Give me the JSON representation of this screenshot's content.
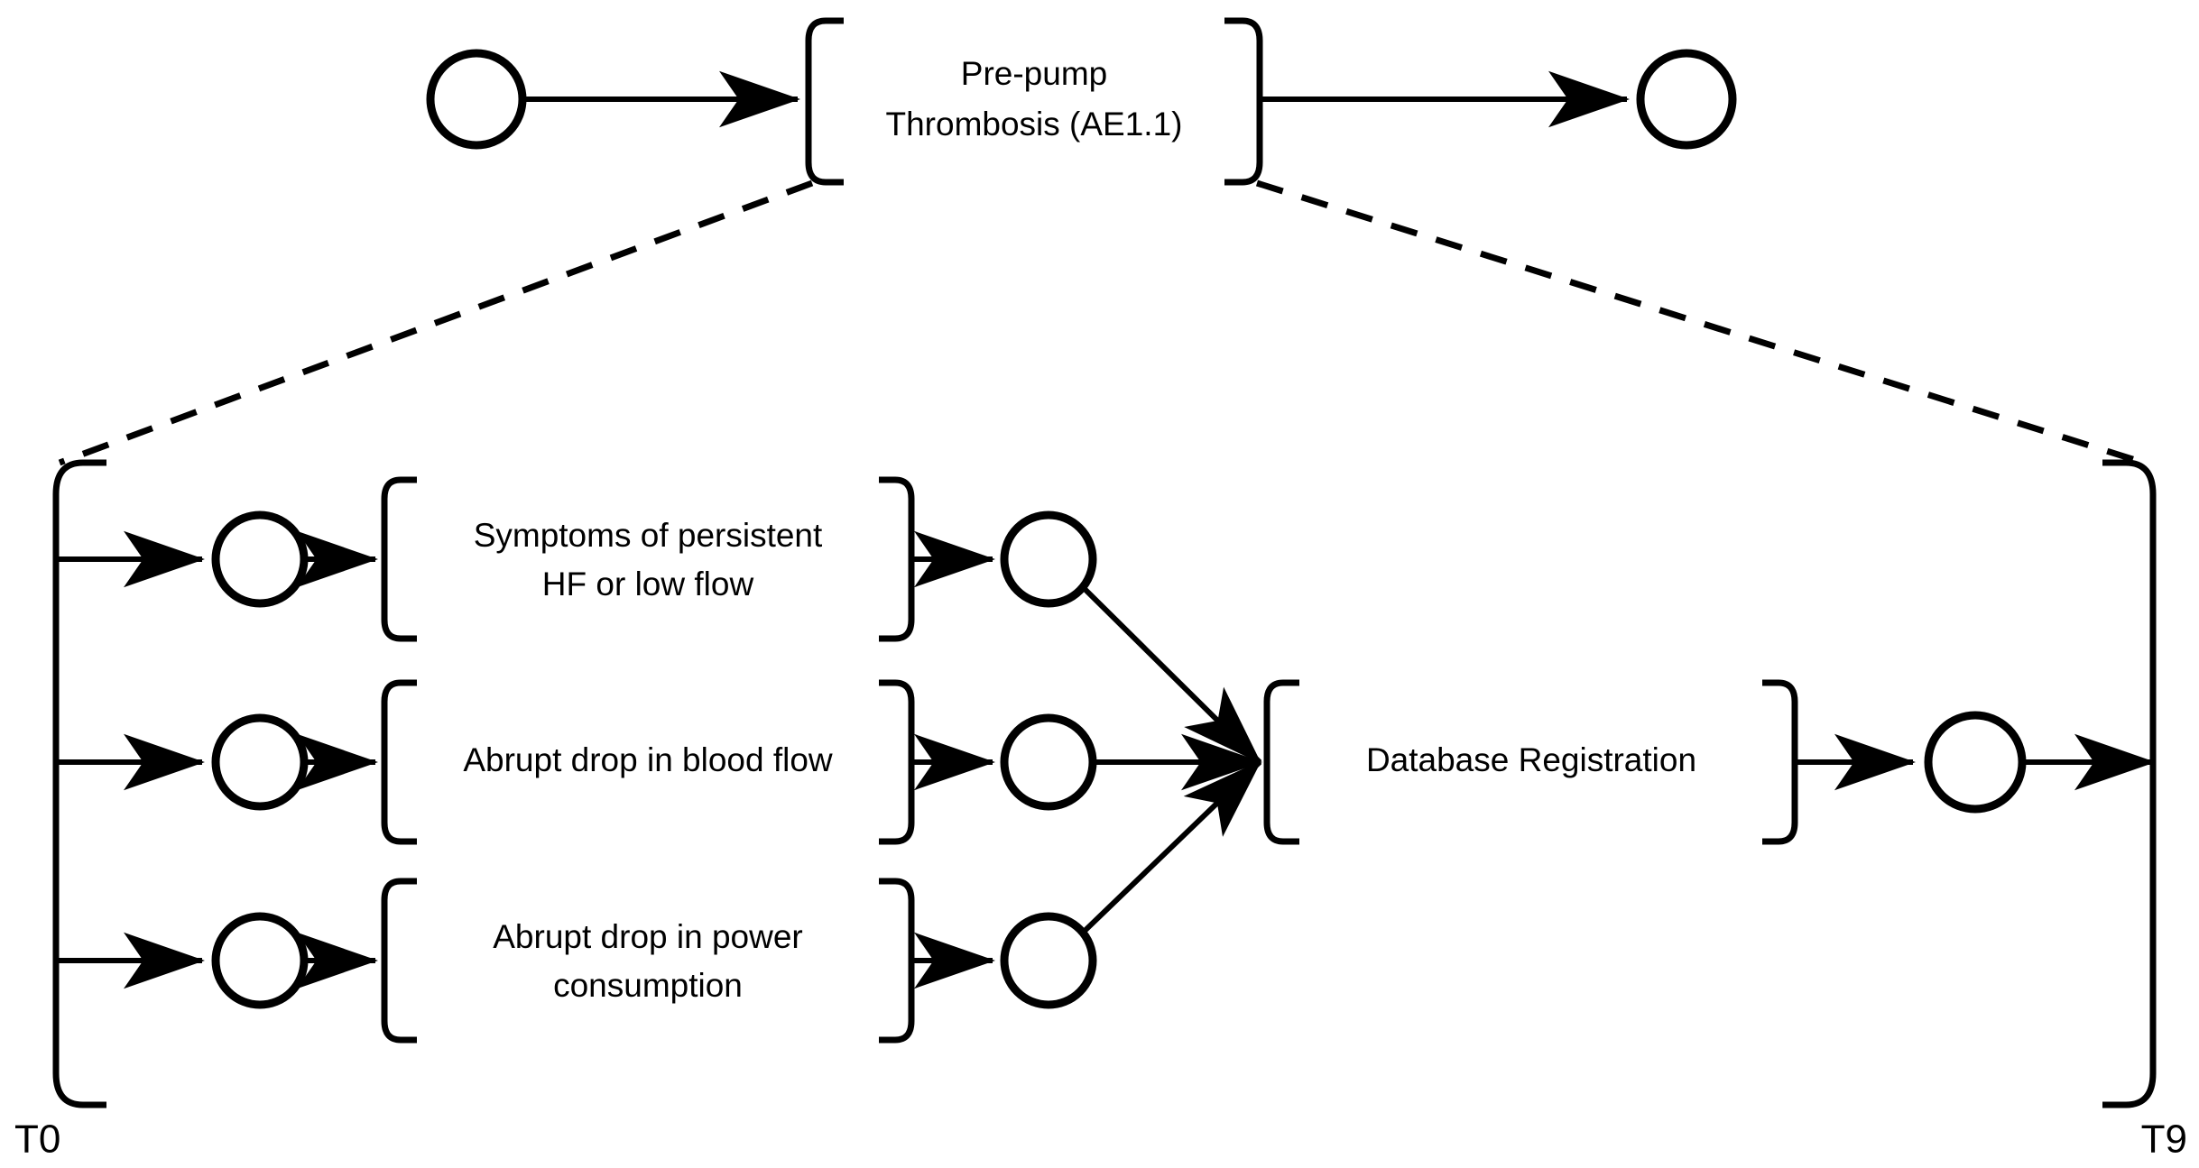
{
  "diagram": {
    "type": "process-flow-petri-net",
    "title_text": null,
    "colors": {
      "stroke": "#000000",
      "background": "#ffffff",
      "fill": "#ffffff"
    },
    "timeline": {
      "start_label": "T0",
      "end_label": "T9"
    },
    "top_level": {
      "transition_label_line1": "Pre-pump",
      "transition_label_line2": "Thrombosis (AE1.1)",
      "start_place": "place-start",
      "end_place": "place-end"
    },
    "expanded": {
      "rows": [
        {
          "label_line1": "Symptoms of persistent",
          "label_line2": "HF or low flow"
        },
        {
          "label_line1": "Abrupt drop in blood flow",
          "label_line2": ""
        },
        {
          "label_line1": "Abrupt drop in power",
          "label_line2": "consumption"
        }
      ],
      "merge_transition_label": "Database Registration"
    }
  }
}
